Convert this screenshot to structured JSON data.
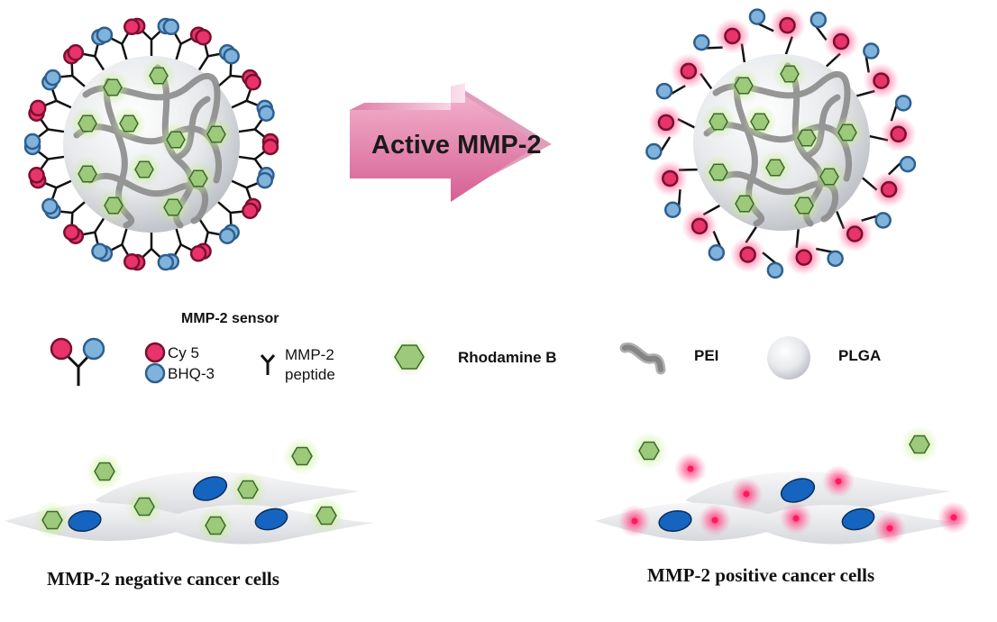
{
  "arrow": {
    "label": "Active MMP-2"
  },
  "legend": {
    "sensor_title": "MMP-2 sensor",
    "cy5": "Cy 5",
    "bhq3": "BHQ-3",
    "peptide_line1": "MMP-2",
    "peptide_line2": "peptide",
    "rhodamine": "Rhodamine B",
    "pei": "PEI",
    "plga": "PLGA"
  },
  "captions": {
    "negative": "MMP-2 negative cancer cells",
    "positive": "MMP-2 positive cancer cells"
  },
  "colors": {
    "cy5": "#e8336b",
    "bhq3": "#7fb3dc",
    "bhq3_stroke": "#2e5f8f",
    "rhodamine": "#9cc97a",
    "pei": "#8c8c8c",
    "plga": "#e3e6ea",
    "nucleus": "#1565c0",
    "arrow": "#d96a9b"
  }
}
